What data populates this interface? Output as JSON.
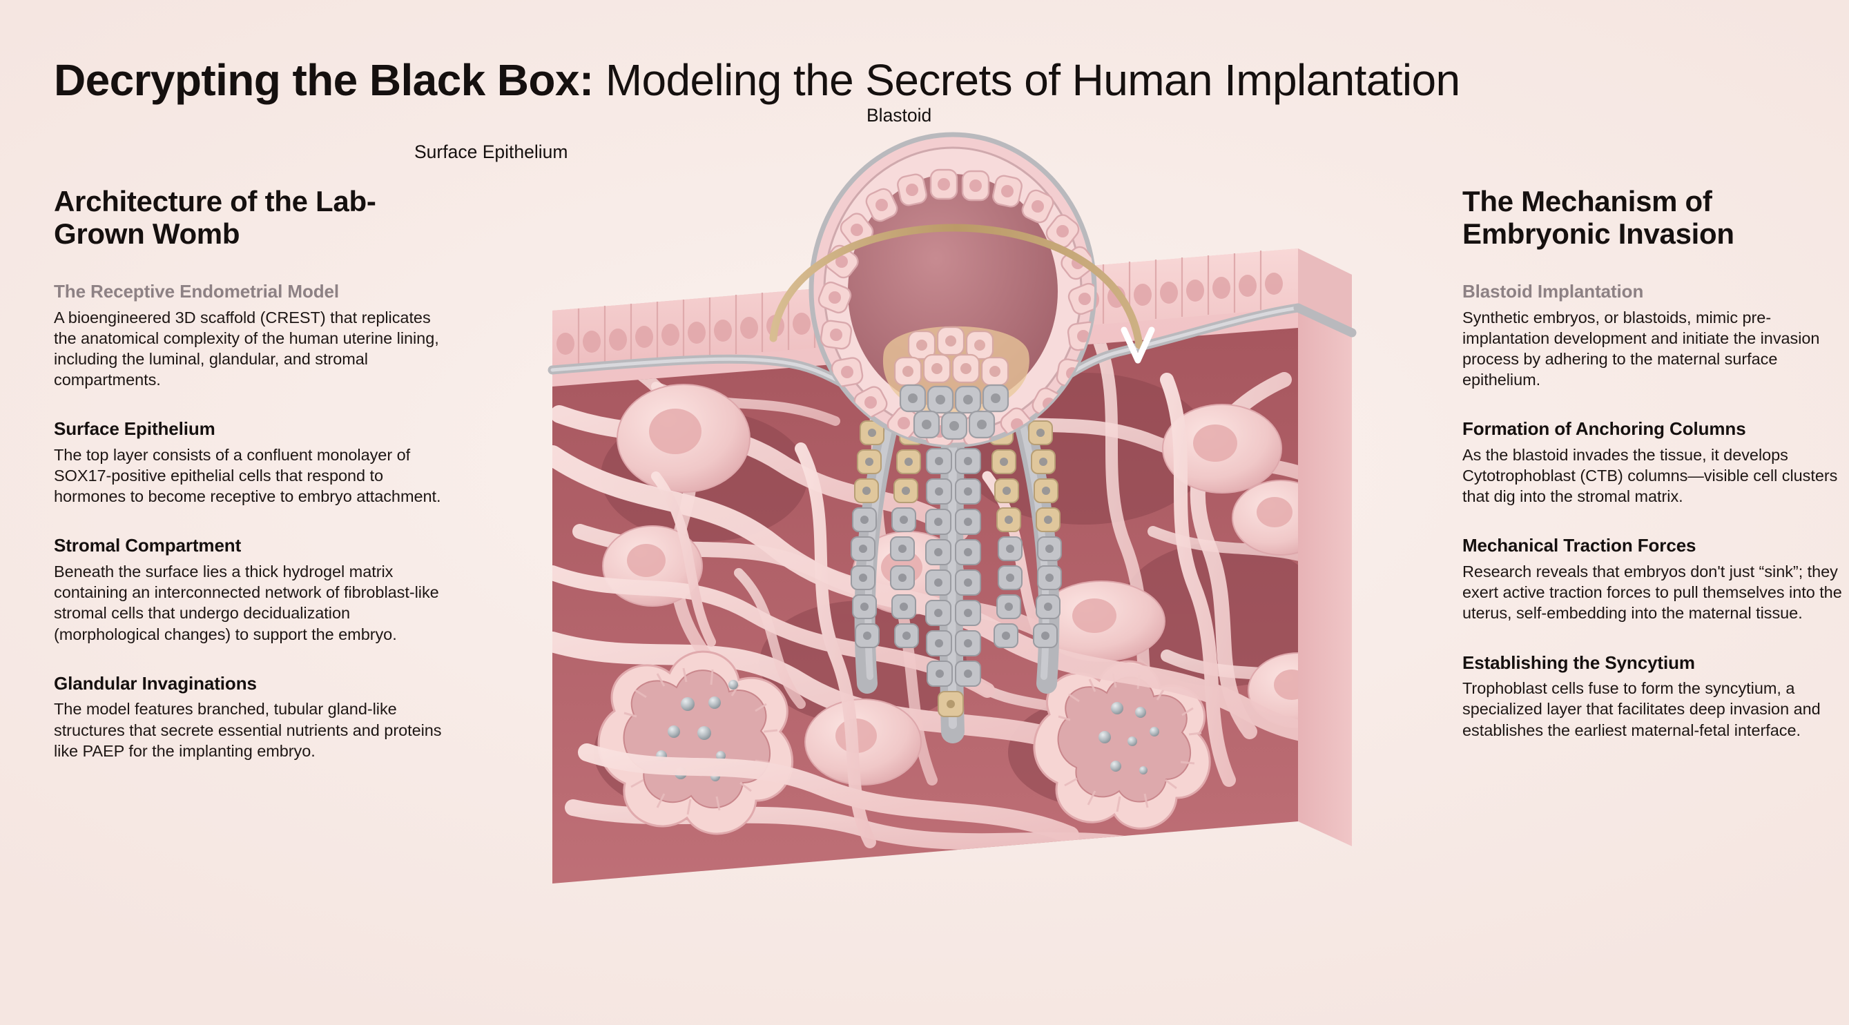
{
  "title": {
    "strong": "Decrypting the Black Box:",
    "light": " Modeling the Secrets of Human Implantation"
  },
  "colors": {
    "background": "#f7eae6",
    "ink": "#15100f",
    "muted_heading": "#8d8184",
    "tissue_pink": "#f0c4c6",
    "tissue_deep": "#a85a60",
    "epithelium": "#f5d2d3",
    "basement_membrane": "#b9b9bd",
    "ctb_gray": "#b7b8bd",
    "ctb_tan": "#e0c79c",
    "arrow_gold": "#c6a477"
  },
  "illustration": {
    "labels": [
      {
        "name": "surface-epithelium",
        "text": "Surface Epithelium"
      },
      {
        "name": "blastoid",
        "text": "Blastoid"
      }
    ]
  },
  "left_column": {
    "heading": "Architecture of the Lab-Grown Womb",
    "sections": [
      {
        "title": "The Receptive Endometrial Model",
        "muted": true,
        "body": "A bioengineered 3D scaffold (CREST) that replicates the anatomical complexity of the human uterine lining, including the luminal, glandular, and stromal compartments."
      },
      {
        "title": "Surface Epithelium",
        "muted": false,
        "body": "The top layer consists of a confluent monolayer of SOX17-positive epithelial cells that respond to hormones to become receptive to embryo attachment."
      },
      {
        "title": "Stromal Compartment",
        "muted": false,
        "body": "Beneath the surface lies a thick hydrogel matrix containing an interconnected network of fibroblast-like stromal cells that undergo decidualization (morphological changes) to support the embryo."
      },
      {
        "title": "Glandular Invaginations",
        "muted": false,
        "body": "The model features branched, tubular gland-like structures that secrete essential nutrients and proteins like PAEP for the implanting embryo."
      }
    ]
  },
  "right_column": {
    "heading": "The Mechanism of Embryonic Invasion",
    "sections": [
      {
        "title": "Blastoid Implantation",
        "muted": true,
        "body": "Synthetic embryos, or blastoids, mimic pre-implantation development and initiate the invasion process by adhering to the maternal surface epithelium."
      },
      {
        "title": "Formation of Anchoring Columns",
        "muted": false,
        "body": "As the blastoid invades the tissue, it develops Cytotrophoblast (CTB) columns—visible cell clusters that dig into the stromal matrix."
      },
      {
        "title": "Mechanical Traction Forces",
        "muted": false,
        "body": "Research reveals that embryos don't just “sink”; they exert active traction forces to pull themselves into the uterus, self-embedding into the maternal tissue."
      },
      {
        "title": "Establishing the Syncytium",
        "muted": false,
        "body": "Trophoblast cells fuse to form the syncytium, a specialized layer that facilitates deep invasion and establishes the earliest maternal-fetal interface."
      }
    ]
  }
}
